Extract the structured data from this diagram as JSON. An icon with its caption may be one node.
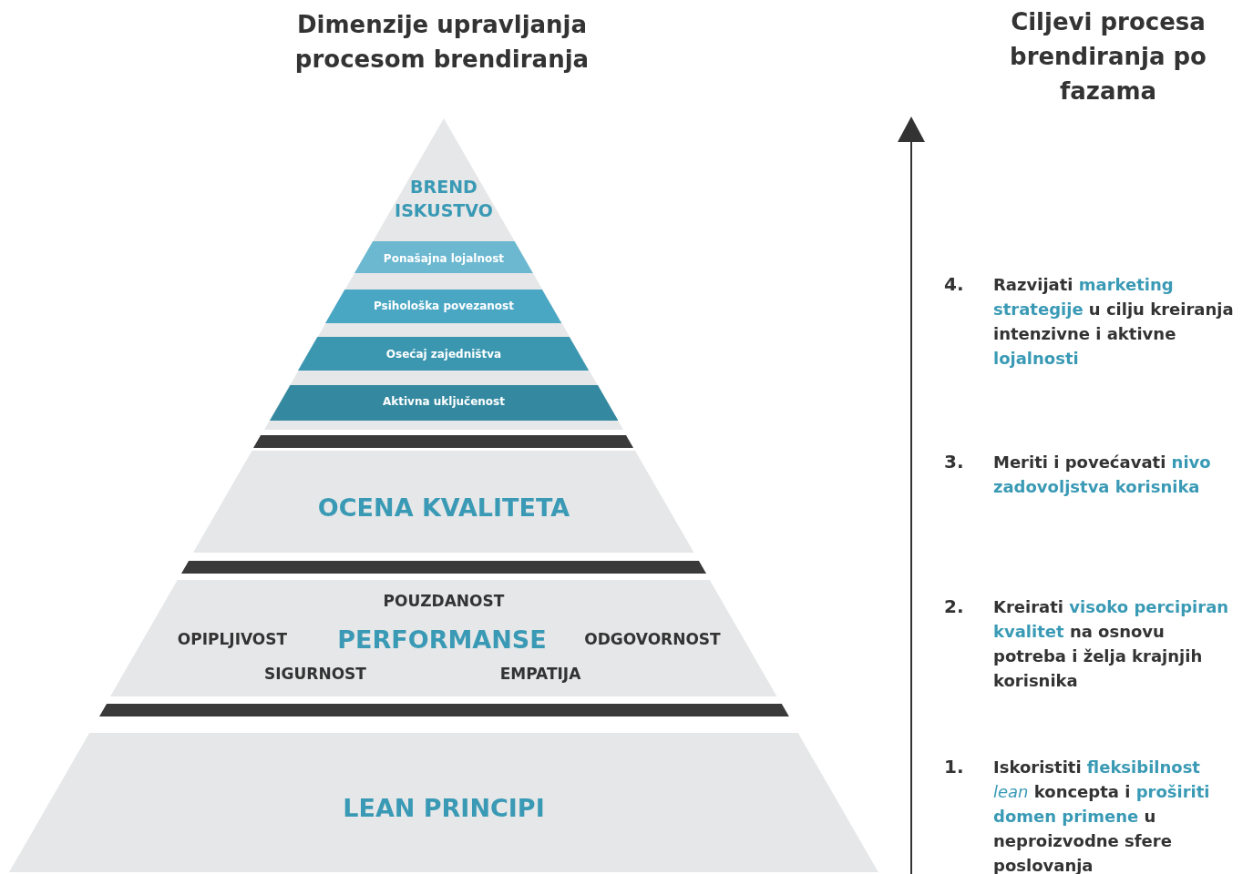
{
  "diagram": {
    "title": "Dimenzije upravljanja procesom brendiranja",
    "nodes": [
      {
        "text": [
          "BREND ISKUSTVO"
        ]
      },
      {
        "text": [
          "Ponašajna lojalnost"
        ],
        "in": 0
      },
      {
        "text": [
          "Psihološka povezanost"
        ],
        "in": 0
      },
      {
        "text": [
          "Osećaj zajedništva"
        ],
        "in": 0
      },
      {
        "text": [
          "Aktivna uključenost"
        ],
        "in": 0
      },
      {
        "text": [
          "OCENA KVALITETA"
        ]
      },
      {
        "text": [
          "POUZDANOST",
          "OPIPLJIVOST",
          "PERFORMANSE",
          "ODGOVORNOST",
          "SIGURNOST",
          "EMPATIJA"
        ]
      },
      {
        "text": [
          "LEAN PRINCIPI"
        ]
      }
    ],
    "edges": [],
    "labels": [
      "Ciljevi procesa brendiranja po fazama",
      "4.",
      "Razvijati **marketing strategije** u cilju kreiranja intenzivne i aktivne **lojalnosti**",
      "3.",
      "Meriti i povećavati **nivo zadovoljstva korisnika**",
      "2.",
      "Kreirati **visoko percipiran kvalitet** na osnovu potreba i želja krajnjih korisnika",
      "1.",
      "Iskoristiti **fleksibilnost** *lean* koncepta i **proširiti domen primene** u neproizvodne sfere poslovanja"
    ]
  }
}
